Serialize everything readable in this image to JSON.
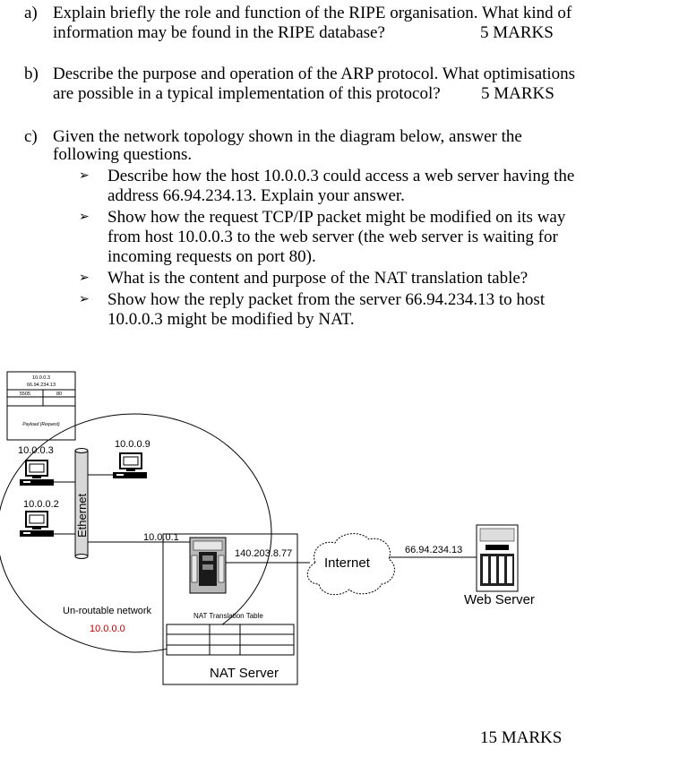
{
  "question_a": {
    "label": "a)",
    "line1": "Explain briefly the role and function of the RIPE organisation. What kind of",
    "line2": "information may be found in the RIPE database?",
    "marks": "5 MARKS"
  },
  "question_b": {
    "label": "b)",
    "line1": "Describe the purpose and operation of the ARP protocol. What optimisations",
    "line2": "are possible in a typical implementation of this protocol?",
    "marks": "5 MARKS"
  },
  "question_c": {
    "label": "c)",
    "line1": "Given the network topology shown in the diagram below, answer the",
    "line2": "following questions.",
    "bullets": [
      {
        "line1": "Describe how the host 10.0.0.3 could access a web server having the",
        "line2": "address 66.94.234.13. Explain your answer."
      },
      {
        "line1": "Show how the request TCP/IP packet might be modified on its way",
        "line2": "from host 10.0.0.3 to the web server (the web server is waiting for",
        "line3": "incoming requests on port 80)."
      },
      {
        "line1": "What is the content and purpose of the NAT translation table?"
      },
      {
        "line1": "Show how the reply packet from the server 66.94.234.13 to host",
        "line2": "10.0.0.3 might be modified by NAT."
      }
    ]
  },
  "diagram": {
    "packet_row1": "10.0.0.3",
    "packet_row2": "66.94.234.13",
    "packet_port_src": "5505",
    "packet_port_dst": "80",
    "packet_caption": "Payload (Request)",
    "host_a": "10.0.0.3",
    "host_b": "10.0.0.9",
    "host_c": "10.0.0.2",
    "ethernet": "Ethernet",
    "gateway_ip": "10.0.0.1",
    "nat_public_ip": "140.203.8.77",
    "internet": "Internet",
    "server_ip": "66.94.234.13",
    "web_server": "Web Server",
    "unroutable": "Un-routable network",
    "unroutable_net": "10.0.0.0",
    "nat_table": "NAT Translation Table",
    "nat_server": "NAT Server"
  },
  "total_marks": "15 MARKS"
}
